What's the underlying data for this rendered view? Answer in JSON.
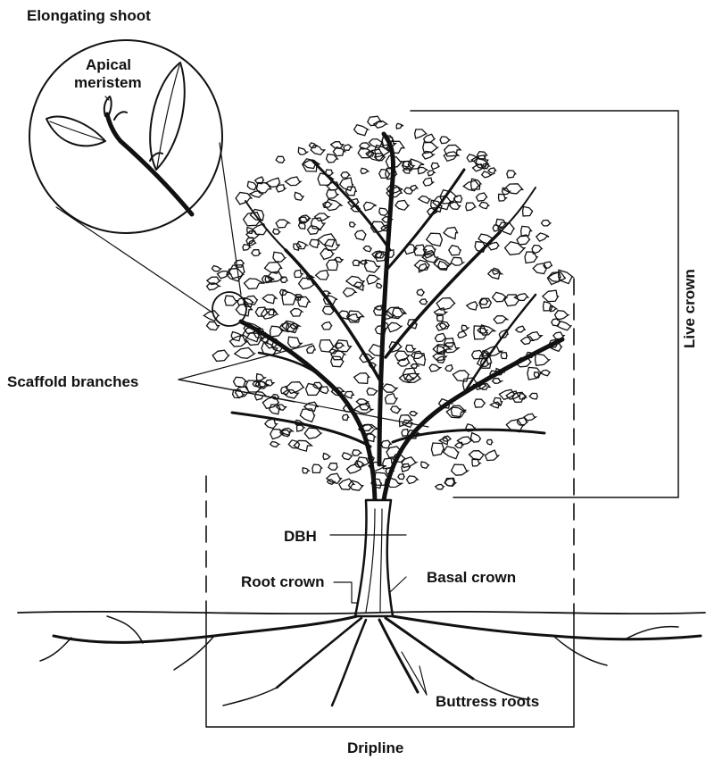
{
  "labels": {
    "elongating_shoot": "Elongating shoot",
    "apical": "Apical",
    "meristem": "meristem",
    "live_crown": "Live crown",
    "scaffold_branches": "Scaffold branches",
    "dbh": "DBH",
    "root_crown": "Root crown",
    "basal_crown": "Basal crown",
    "buttress_roots": "Buttress roots",
    "dripline": "Dripline"
  },
  "colors": {
    "ink": "#111111",
    "background": "#ffffff"
  }
}
